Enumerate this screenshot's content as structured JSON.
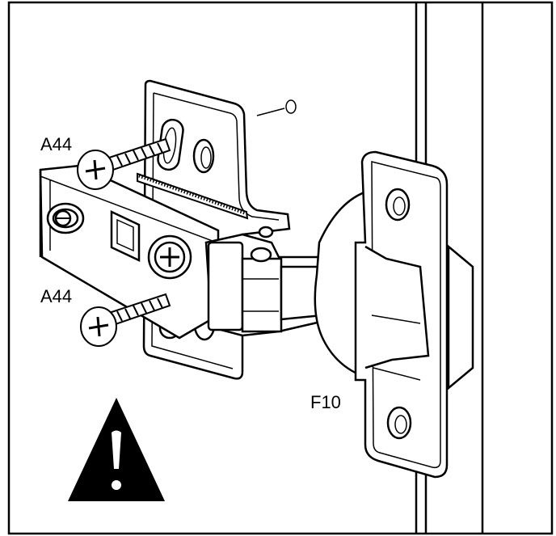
{
  "labels": {
    "screw_top": "A44",
    "screw_bottom": "A44",
    "hinge": "F10"
  },
  "icons": {
    "warning": "warning-triangle-icon"
  },
  "colors": {
    "line": "#000000",
    "background": "#ffffff"
  }
}
